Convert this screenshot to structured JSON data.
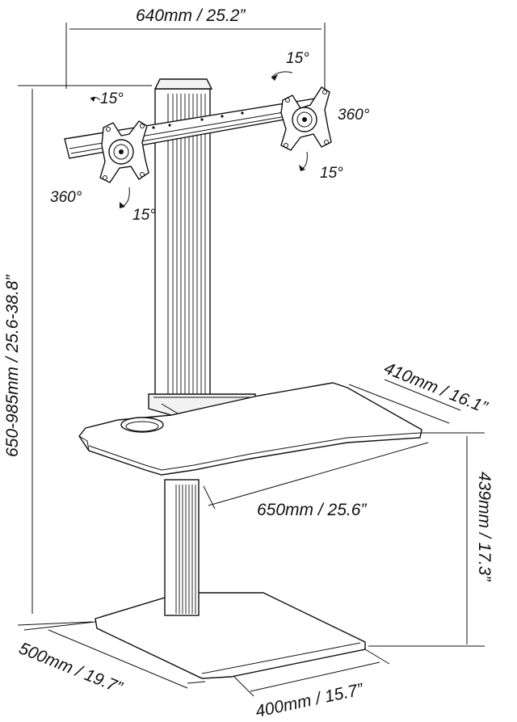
{
  "dimensions": {
    "width_arm": "640mm / 25.2”",
    "total_height": "650-985mm / 25.6-38.8”",
    "desk_depth": "410mm / 16.1”",
    "desk_width": "650mm / 25.6”",
    "desk_height": "439mm / 17.3”",
    "base_depth": "500mm / 19.7”",
    "base_width": "400mm / 15.7”"
  },
  "angles": {
    "tilt_top_right": "15°",
    "tilt_top_left": "15°",
    "rotate_right": "360°",
    "swivel_right": "15°",
    "rotate_left": "360°",
    "swivel_left": "15°"
  },
  "colors": {
    "line": "#111111",
    "background": "#ffffff"
  }
}
